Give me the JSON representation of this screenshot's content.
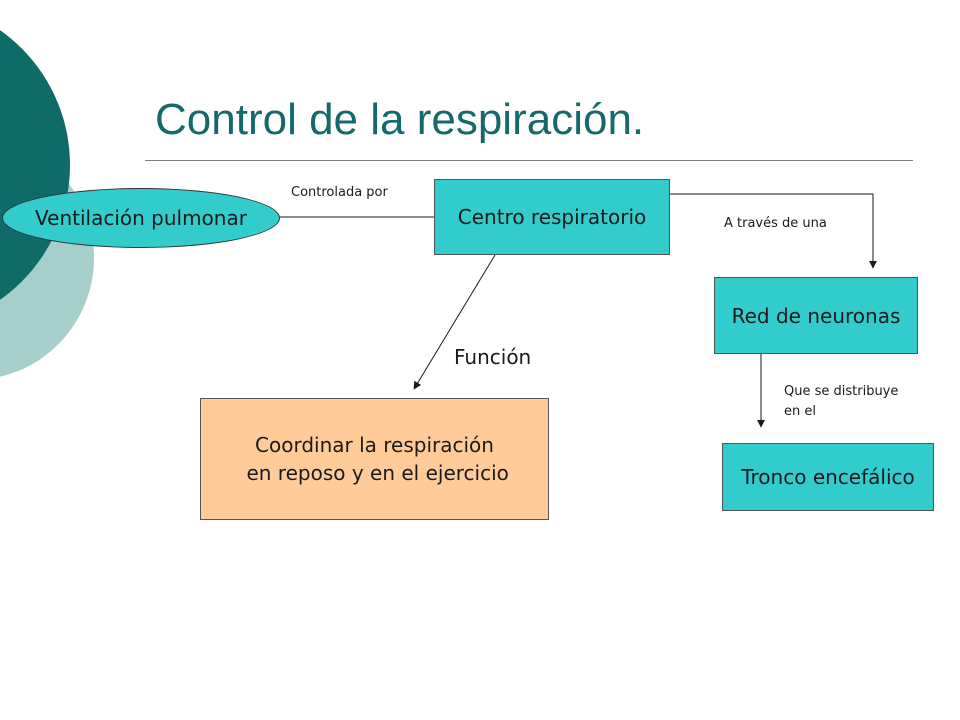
{
  "slide": {
    "title": "Control de la respiración.",
    "colors": {
      "title": "#16696a",
      "deco_dark": "#0e6b67",
      "deco_light": "#a6cfcc",
      "node_teal": "#33cccc",
      "node_peach": "#ffcc99"
    }
  },
  "diagram": {
    "nodes": {
      "ventilacion": "Ventilación pulmonar",
      "centro": "Centro respiratorio",
      "red": "Red de neuronas",
      "tronco": "Tronco encefálico",
      "coordinar": "Coordinar la respiración\n en reposo y en el ejercicio"
    },
    "edges": {
      "controlada": "Controlada por",
      "traves": "A través de una",
      "funcion": "Función",
      "distribuye": "Que se distribuye\nen el"
    }
  }
}
